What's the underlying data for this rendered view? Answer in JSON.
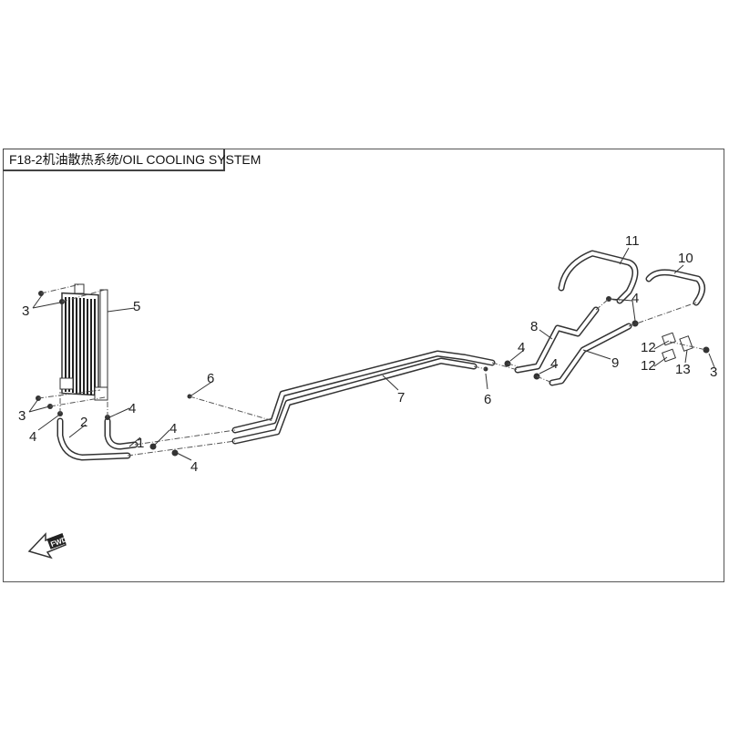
{
  "title": "F18-2机油散热系统/OIL COOLING SYSTEM",
  "fwd_label": "FWD",
  "callouts": {
    "c11": "11",
    "c10": "10",
    "c4a": "4",
    "c8": "8",
    "c4b": "4",
    "c12a": "12",
    "c9": "9",
    "c4c": "4",
    "c12b": "12",
    "c13": "13",
    "c3a": "3",
    "c7": "7",
    "c6a": "6",
    "c6b": "6",
    "c5": "5",
    "c3b": "3",
    "c3c": "3",
    "c4d": "4",
    "c4e": "4",
    "c2": "2",
    "c1": "1",
    "c4f": "4",
    "c4g": "4"
  }
}
